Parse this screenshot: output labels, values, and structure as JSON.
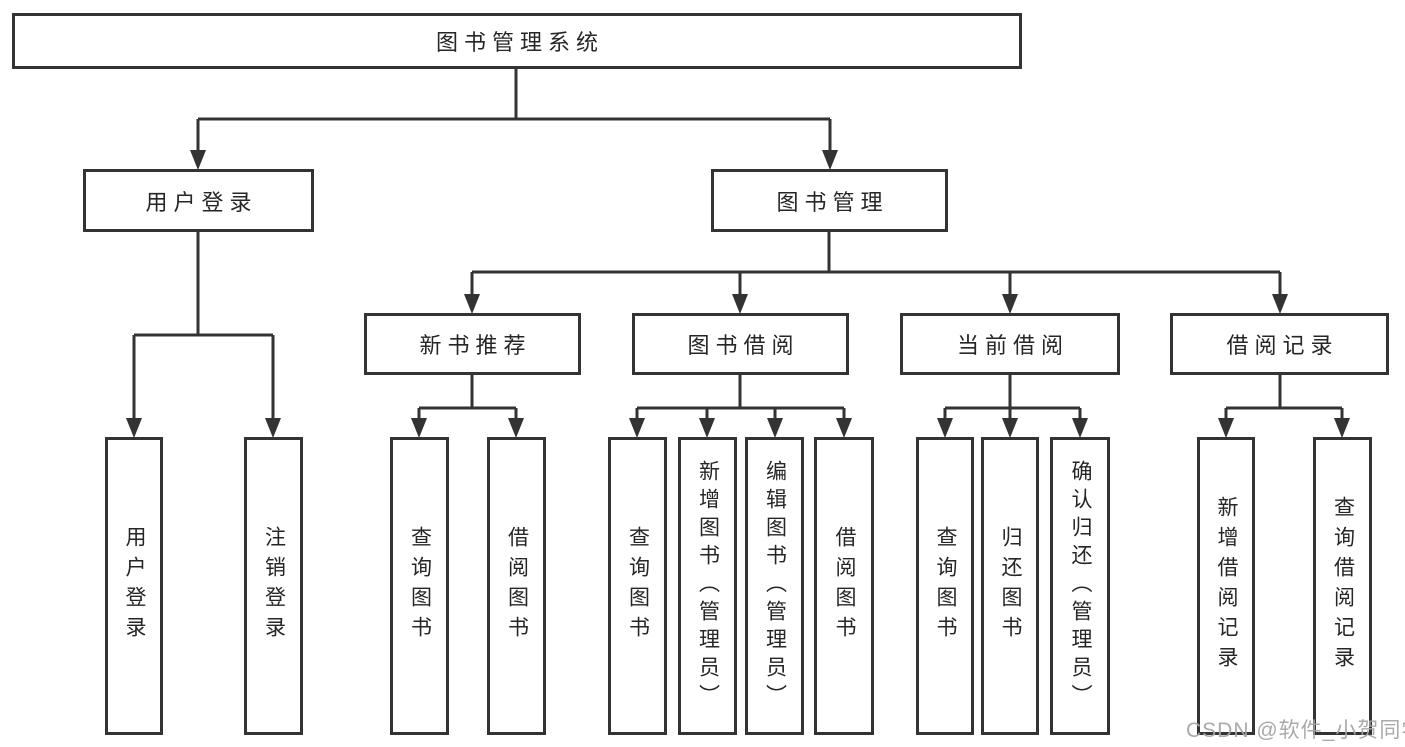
{
  "tree": {
    "label": "图书管理系统",
    "children": [
      {
        "label": "用户登录",
        "children": [
          {
            "label": "用户登录"
          },
          {
            "label": "注销登录"
          }
        ]
      },
      {
        "label": "图书管理",
        "children": [
          {
            "label": "新书推荐",
            "children": [
              {
                "label": "查询图书"
              },
              {
                "label": "借阅图书"
              }
            ]
          },
          {
            "label": "图书借阅",
            "children": [
              {
                "label": "查询图书"
              },
              {
                "label": "新增图书（管理员）"
              },
              {
                "label": "编辑图书（管理员）"
              },
              {
                "label": "借阅图书"
              }
            ]
          },
          {
            "label": "当前借阅",
            "children": [
              {
                "label": "查询图书"
              },
              {
                "label": "归还图书"
              },
              {
                "label": "确认归还（管理员）"
              }
            ]
          },
          {
            "label": "借阅记录",
            "children": [
              {
                "label": "新增借阅记录"
              },
              {
                "label": "查询借阅记录"
              }
            ]
          }
        ]
      }
    ]
  },
  "watermark": "CSDN @软件_小贺同学",
  "colors": {
    "line": "#333333",
    "box_border": "#333333",
    "box_fill": "#ffffff",
    "text": "#262626",
    "watermark": "#a5a5a5",
    "background": "#ffffff"
  }
}
